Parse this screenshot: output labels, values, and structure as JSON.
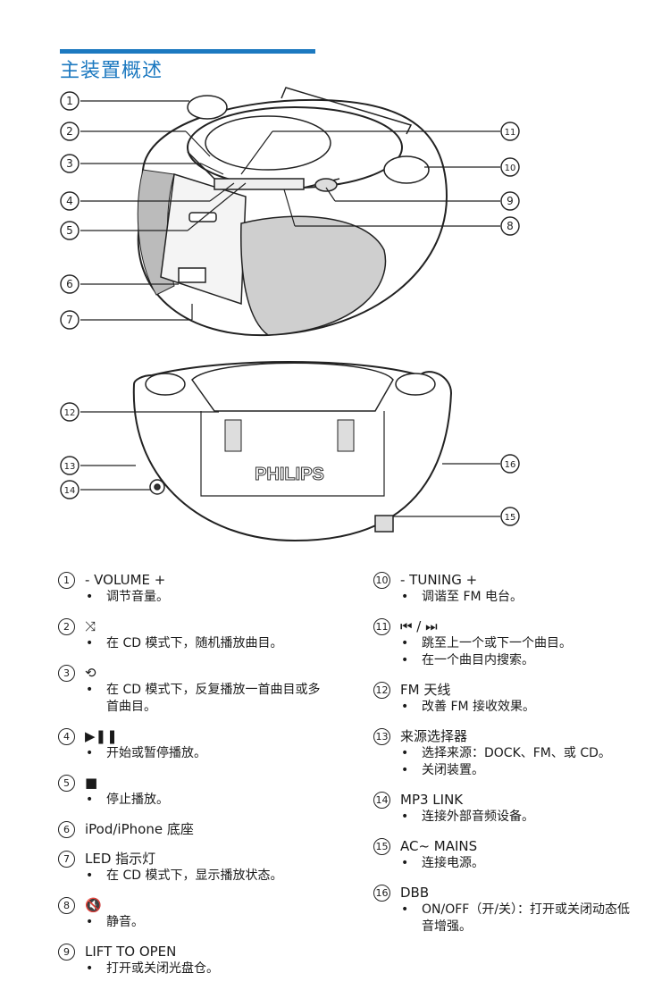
{
  "page": {
    "title": "主装置概述"
  },
  "diagram": {
    "brand": "PHILIPS",
    "callouts_top": [
      "1",
      "2",
      "3",
      "4",
      "5",
      "6",
      "7",
      "8",
      "9",
      "10",
      "11"
    ],
    "callouts_bottom": [
      "12",
      "13",
      "14",
      "15",
      "16"
    ]
  },
  "items_left": [
    {
      "num": "1",
      "label": "- VOLUME +",
      "bullets": [
        "调节音量。"
      ]
    },
    {
      "num": "2",
      "label": "⤨",
      "bullets": [
        "在 CD 模式下，随机播放曲目。"
      ]
    },
    {
      "num": "3",
      "label": "⟲",
      "bullets": [
        "在 CD 模式下，反复播放一首曲目或多首曲目。"
      ]
    },
    {
      "num": "4",
      "label": "▶❚❚",
      "bullets": [
        "开始或暂停播放。"
      ]
    },
    {
      "num": "5",
      "label": "■",
      "bullets": [
        "停止播放。"
      ]
    },
    {
      "num": "6",
      "label": "iPod/iPhone 底座",
      "bullets": []
    },
    {
      "num": "7",
      "label": "LED 指示灯",
      "bullets": [
        "在 CD 模式下，显示播放状态。"
      ]
    },
    {
      "num": "8",
      "label": "🔇",
      "bullets": [
        "静音。"
      ]
    },
    {
      "num": "9",
      "label": "LIFT TO OPEN",
      "bullets": [
        "打开或关闭光盘仓。"
      ]
    }
  ],
  "items_right": [
    {
      "num": "10",
      "label": "- TUNING +",
      "bullets": [
        "调谐至 FM 电台。"
      ]
    },
    {
      "num": "11",
      "label": "⏮ / ⏭",
      "bullets": [
        "跳至上一个或下一个曲目。",
        "在一个曲目内搜索。"
      ]
    },
    {
      "num": "12",
      "label": "FM 天线",
      "bullets": [
        "改善 FM 接收效果。"
      ]
    },
    {
      "num": "13",
      "label": "来源选择器",
      "bullets": [
        "选择来源：DOCK、FM、或 CD。",
        "关闭装置。"
      ]
    },
    {
      "num": "14",
      "label": "MP3 LINK",
      "bullets": [
        "连接外部音频设备。"
      ]
    },
    {
      "num": "15",
      "label": "AC~ MAINS",
      "bullets": [
        "连接电源。"
      ]
    },
    {
      "num": "16",
      "label": "DBB",
      "bullets": [
        "ON/OFF（开/关）：打开或关闭动态低音增强。"
      ]
    }
  ]
}
